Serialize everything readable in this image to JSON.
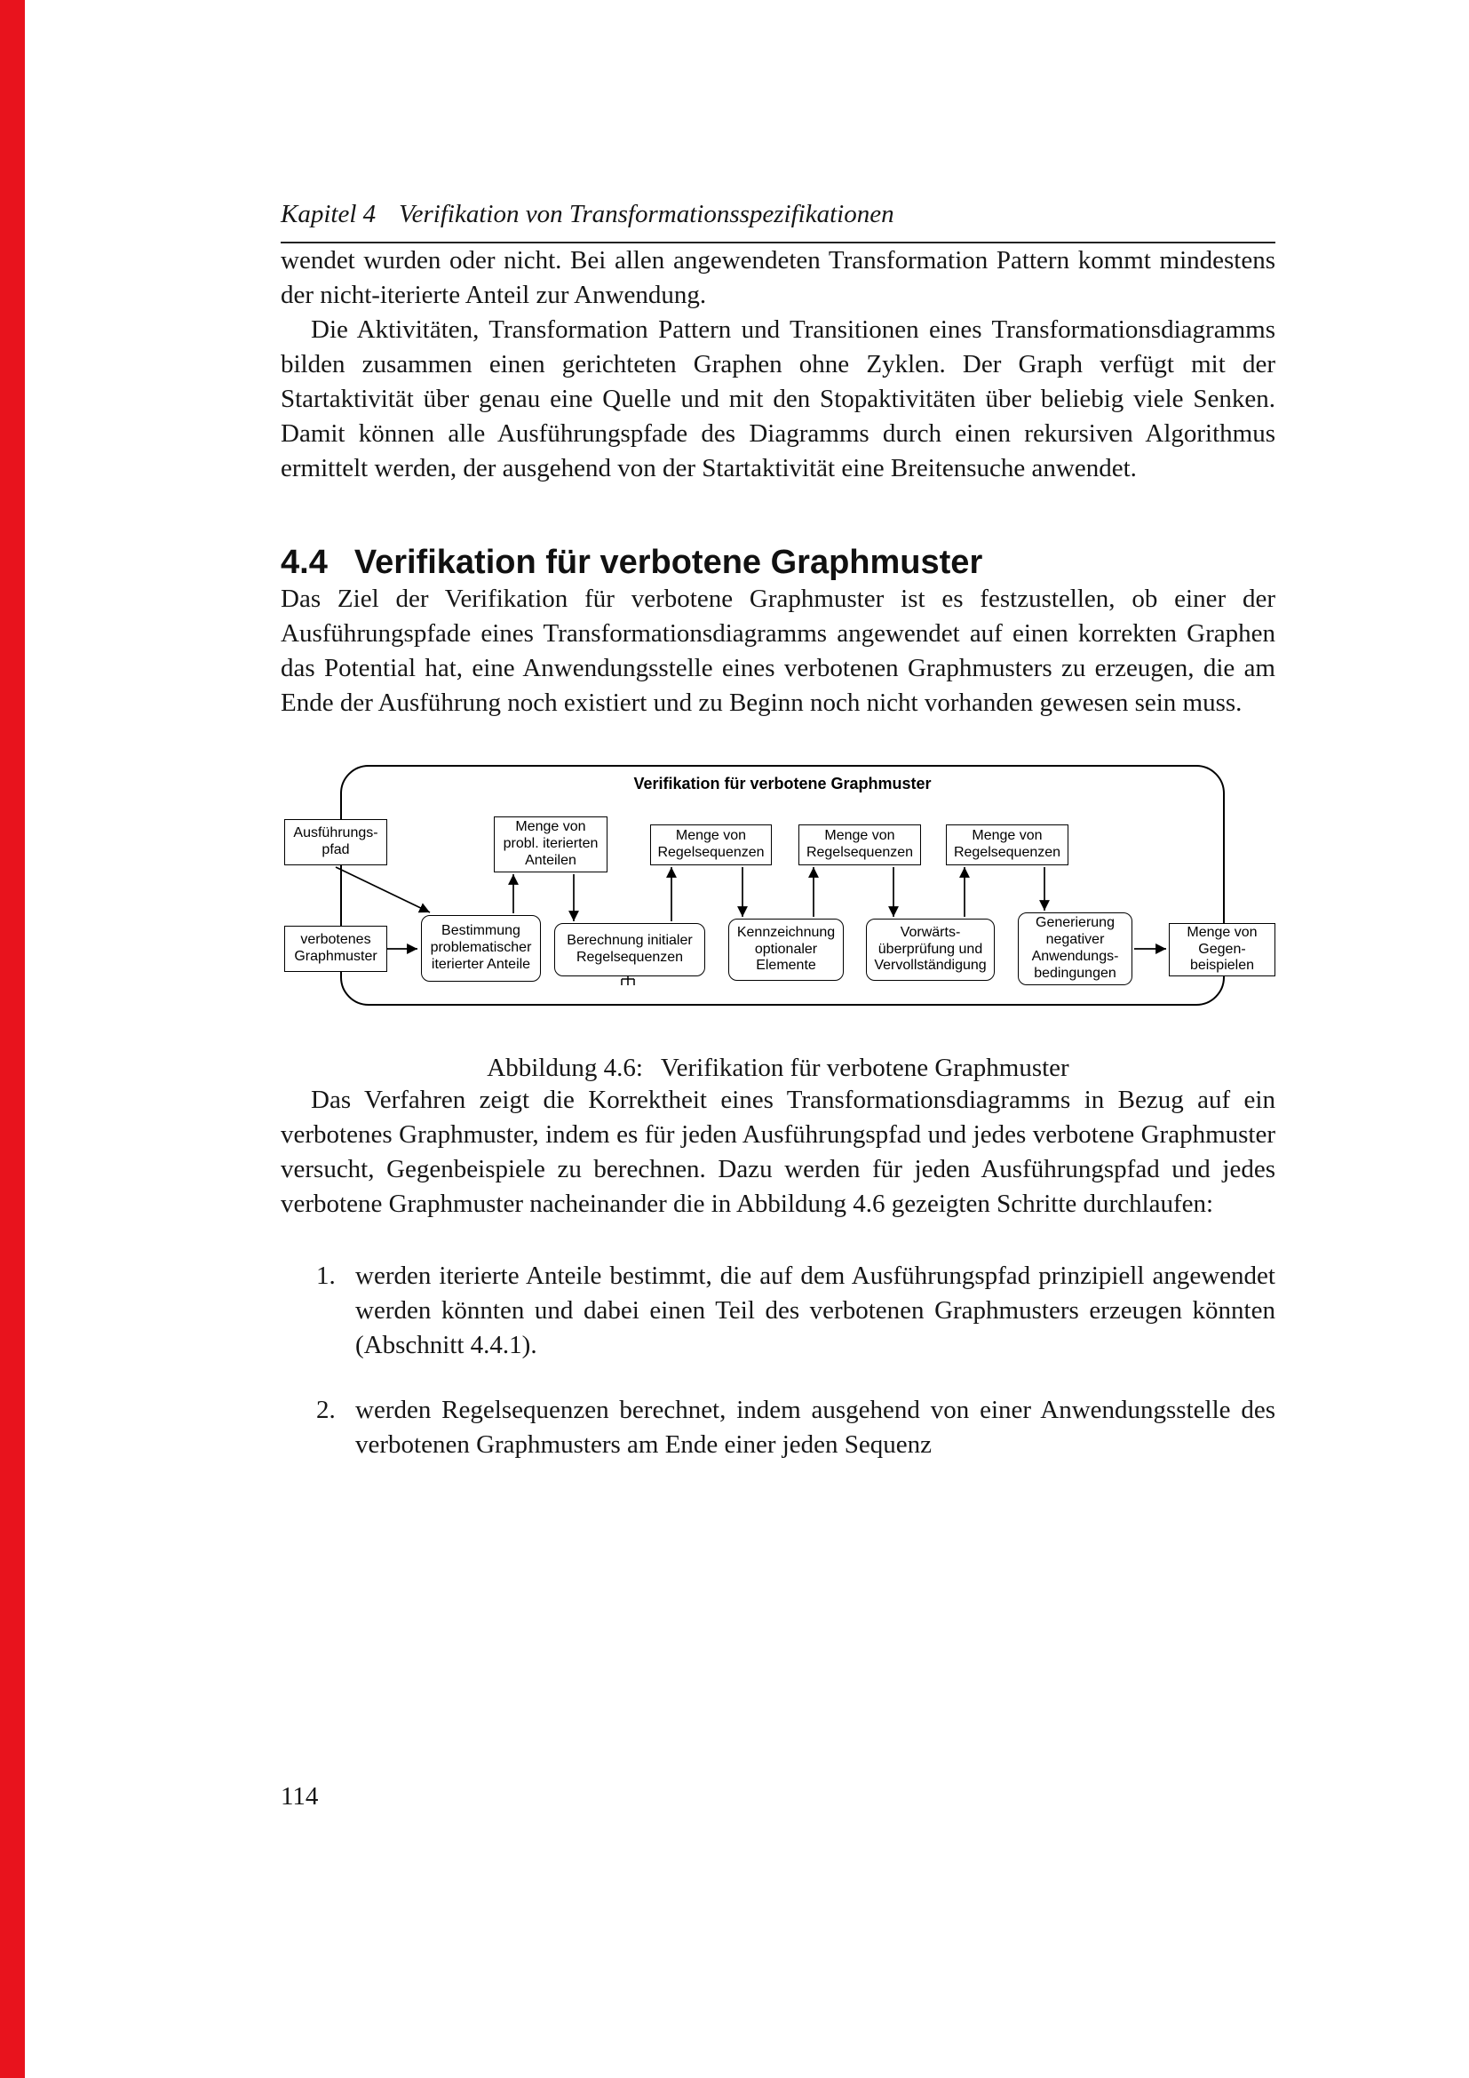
{
  "colors": {
    "edge_bar": "#e8131d"
  },
  "running_header": {
    "chapter": "Kapitel 4",
    "title": "Verifikation von Transformationsspezifikationen"
  },
  "content": {
    "p1": "wendet wurden oder nicht. Bei allen angewendeten Transformation Pattern kommt mindestens der nicht-iterierte Anteil zur Anwendung.",
    "p2": "Die Aktivitäten, Transformation Pattern und Transitionen eines Transformationsdiagramms bilden zusammen einen gerichteten Graphen ohne Zyklen. Der Graph verfügt mit der Startaktivität über genau eine Quelle und mit den Stopaktivitäten über beliebig viele Senken. Damit können alle Ausführungspfade des Diagramms durch einen rekursiven Algorithmus ermittelt werden, der ausgehend von der Startaktivität eine Breitensuche anwendet."
  },
  "section": {
    "number": "4.4",
    "title": "Verifikation für verbotene Graphmuster",
    "intro": "Das Ziel der Verifikation für verbotene Graphmuster ist es festzustellen, ob einer der Ausführungspfade eines Transformationsdiagramms angewendet auf einen korrekten Graphen das Potential hat, eine Anwendungsstelle eines verbotenen Graphmusters zu erzeugen, die am Ende der Ausführung noch existiert und zu Beginn noch nicht vorhanden gewesen sein muss."
  },
  "figure": {
    "title": "Verifikation für verbotene Graphmuster",
    "caption_label": "Abbildung 4.6:",
    "caption_text": "Verifikation für verbotene Graphmuster",
    "nodes": [
      {
        "id": "ausfuehrungspfad",
        "type": "data",
        "label": "Ausführungs-\npfad"
      },
      {
        "id": "verbotenes-graphmuster",
        "type": "data",
        "label": "verbotenes\nGraphmuster"
      },
      {
        "id": "menge-probl-iterierter-anteile",
        "type": "data",
        "label": "Menge von\nprobl. iterierten\nAnteilen"
      },
      {
        "id": "menge-regelsequenzen-1",
        "type": "data",
        "label": "Menge von\nRegelsequenzen"
      },
      {
        "id": "menge-regelsequenzen-2",
        "type": "data",
        "label": "Menge von\nRegelsequenzen"
      },
      {
        "id": "menge-regelsequenzen-3",
        "type": "data",
        "label": "Menge von\nRegelsequenzen"
      },
      {
        "id": "bestimmung-problematischer-iterierter-anteile",
        "type": "process",
        "label": "Bestimmung\nproblematischer\niterierter Anteile"
      },
      {
        "id": "berechnung-initialer-regelsequenzen",
        "type": "process",
        "label": "Berechnung initialer\nRegelsequenzen"
      },
      {
        "id": "kennzeichnung-optionaler-elemente",
        "type": "process",
        "label": "Kennzeichnung\noptionaler\nElemente"
      },
      {
        "id": "vorwaertsueberpruefung-und-vervollstaendigung",
        "type": "process",
        "label": "Vorwärts-\nüberprüfung und\nVervollständigung"
      },
      {
        "id": "generierung-negativer-anwendungsbedingungen",
        "type": "process",
        "label": "Generierung\nnegativer\nAnwendungs-\nbedingungen"
      },
      {
        "id": "menge-von-gegenbeispielen",
        "type": "data",
        "label": "Menge von\nGegen-\nbeispielen"
      }
    ],
    "edges": [
      {
        "from": "ausfuehrungspfad",
        "to": "bestimmung-problematischer-iterierter-anteile"
      },
      {
        "from": "verbotenes-graphmuster",
        "to": "bestimmung-problematischer-iterierter-anteile"
      },
      {
        "from": "bestimmung-problematischer-iterierter-anteile",
        "to": "menge-probl-iterierter-anteile"
      },
      {
        "from": "menge-probl-iterierter-anteile",
        "to": "berechnung-initialer-regelsequenzen"
      },
      {
        "from": "berechnung-initialer-regelsequenzen",
        "to": "menge-regelsequenzen-1"
      },
      {
        "from": "menge-regelsequenzen-1",
        "to": "kennzeichnung-optionaler-elemente"
      },
      {
        "from": "kennzeichnung-optionaler-elemente",
        "to": "menge-regelsequenzen-2"
      },
      {
        "from": "menge-regelsequenzen-2",
        "to": "vorwaertsueberpruefung-und-vervollstaendigung"
      },
      {
        "from": "vorwaertsueberpruefung-und-vervollstaendigung",
        "to": "menge-regelsequenzen-3"
      },
      {
        "from": "menge-regelsequenzen-3",
        "to": "generierung-negativer-anwendungsbedingungen"
      },
      {
        "from": "generierung-negativer-anwendungsbedingungen",
        "to": "menge-von-gegenbeispielen"
      }
    ]
  },
  "after_figure": {
    "p1": "Das Verfahren zeigt die Korrektheit eines Transformationsdiagramms in Bezug auf ein verbotenes Graphmuster, indem es für jeden Ausführungspfad und jedes verbotene Graphmuster versucht, Gegenbeispiele zu berechnen. Dazu werden für jeden Ausführungspfad und jedes verbotene Graphmuster nacheinander die in Abbildung 4.6 gezeigten Schritte durchlaufen:"
  },
  "list": {
    "items": [
      {
        "number": "1.",
        "text": "werden iterierte Anteile bestimmt, die auf dem Ausführungspfad prinzipiell angewendet werden könnten und dabei einen Teil des verbotenen Graphmusters erzeugen könnten (Abschnitt 4.4.1)."
      },
      {
        "number": "2.",
        "text": "werden Regelsequenzen berechnet, indem ausgehend von einer Anwendungsstelle des verbotenen Graphmusters am Ende einer jeden Sequenz"
      }
    ]
  },
  "footer": {
    "page_number": "114"
  }
}
